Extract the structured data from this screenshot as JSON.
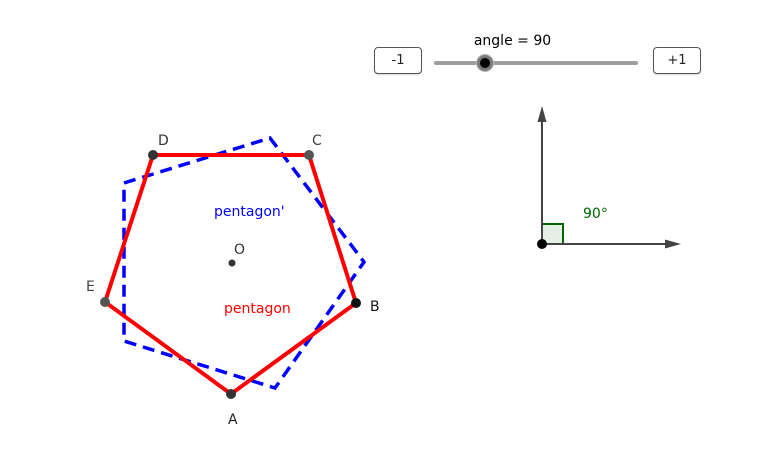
{
  "slider": {
    "name": "angle",
    "separator": " = ",
    "value": "90",
    "minus_label": "-1",
    "plus_label": "+1"
  },
  "labels": {
    "pentagon_prime": "pentagon'",
    "pentagon": "pentagon",
    "center": "O",
    "angle_value": "90°"
  },
  "points": {
    "A": "A",
    "B": "B",
    "C": "C",
    "D": "D",
    "E": "E"
  },
  "colors": {
    "pentagon": "#ff0000",
    "pentagon_prime": "#0000ff",
    "angle": "#006400",
    "axis": "#444444",
    "point": "#333333"
  }
}
